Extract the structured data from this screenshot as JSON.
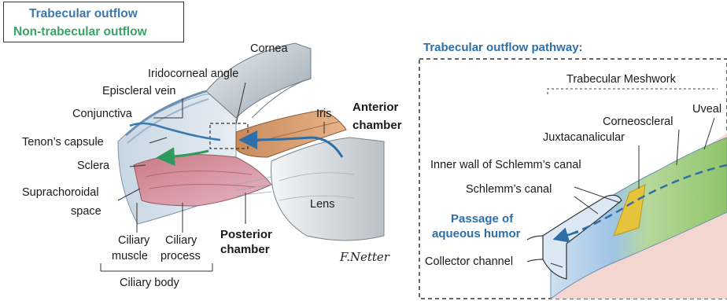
{
  "legend": {
    "trabecular": "Trabecular outflow",
    "non_trabecular": "Non-trabecular outflow"
  },
  "left_labels": {
    "cornea": "Cornea",
    "iridocorneal_angle": "Iridocorneal angle",
    "episcleral_vein": "Episcleral vein",
    "conjunctiva": "Conjunctiva",
    "tenons_capsule": "Tenon’s capsule",
    "sclera": "Sclera",
    "suprachoroidal_line1": "Suprachoroidal",
    "suprachoroidal_line2": "space",
    "iris": "Iris",
    "anterior_line1": "Anterior",
    "anterior_line2": "chamber",
    "lens": "Lens",
    "posterior_line1": "Posterior",
    "posterior_line2": "chamber",
    "ciliary_muscle_line1": "Ciliary",
    "ciliary_muscle_line2": "muscle",
    "ciliary_process_line1": "Ciliary",
    "ciliary_process_line2": "process",
    "ciliary_body": "Ciliary body"
  },
  "right_labels": {
    "title": "Trabecular outflow pathway:",
    "trabecular_meshwork": "Trabecular Meshwork",
    "uveal": "Uveal",
    "corneoscleral": "Corneoscleral",
    "juxtacanalicular": "Juxtacanalicular",
    "inner_wall": "Inner wall of Schlemm’s canal",
    "schlemms_canal": "Schlemm’s canal",
    "passage_line1": "Passage of",
    "passage_line2": "aqueous humor",
    "collector_channel": "Collector channel"
  },
  "signature": "F.Netter",
  "colors": {
    "trabecular": "#3b78ad",
    "non_trabecular": "#3aa268"
  }
}
